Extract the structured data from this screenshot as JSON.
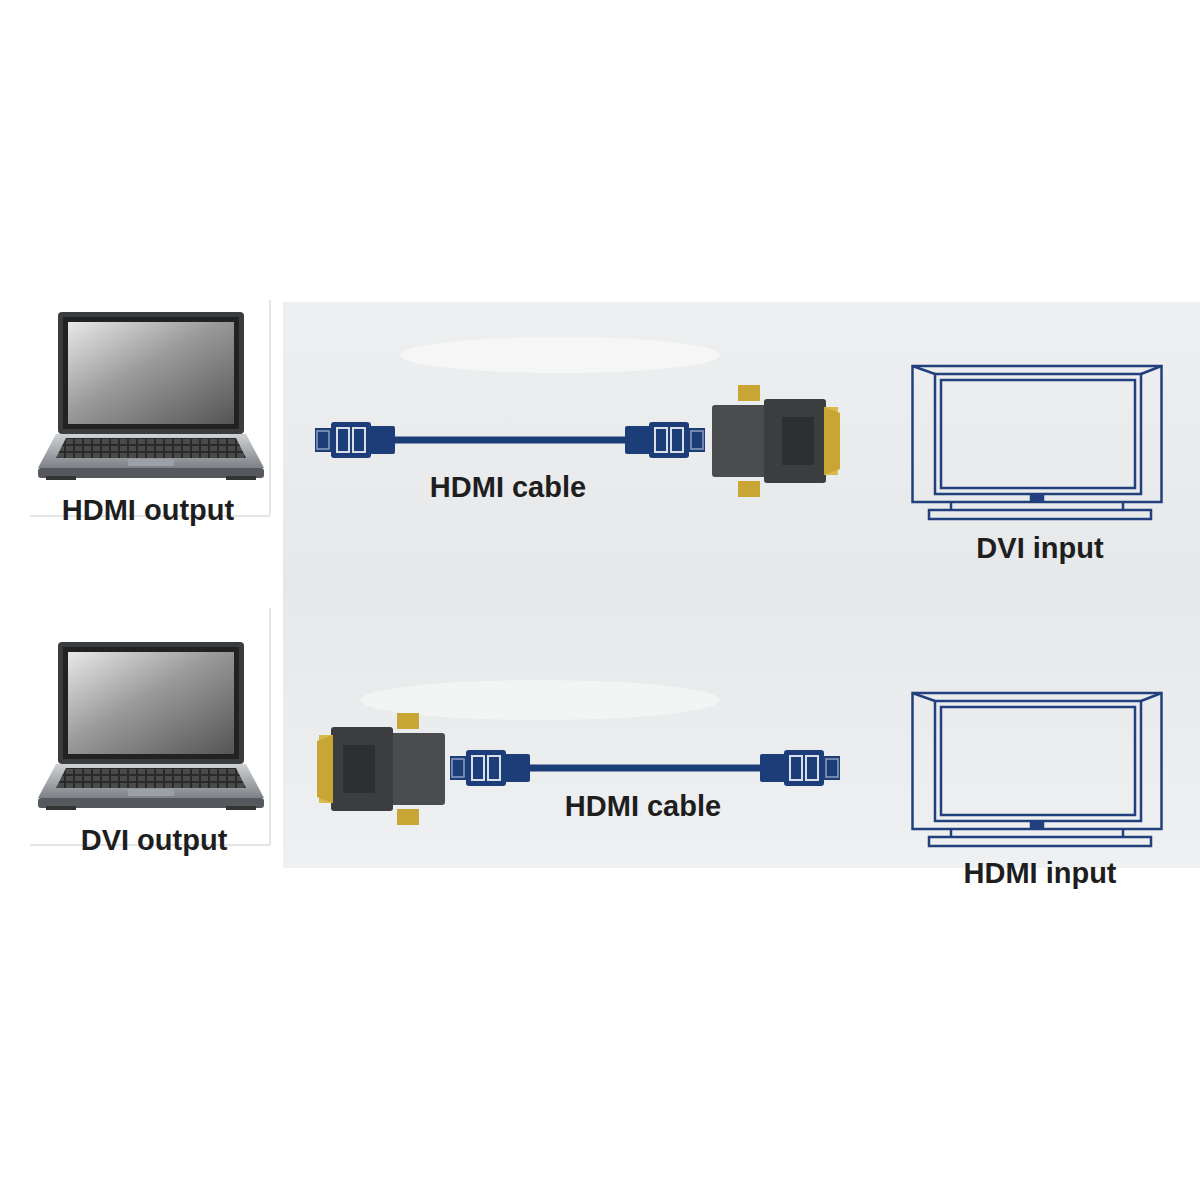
{
  "diagram": {
    "nodes": [
      {
        "text": [
          "HDMI output"
        ]
      },
      {
        "text": [
          "DVI input"
        ]
      },
      {
        "text": [
          "DVI output"
        ]
      },
      {
        "text": [
          "HDMI input"
        ]
      }
    ],
    "labels": [
      "HDMI cable",
      "HDMI cable"
    ]
  }
}
